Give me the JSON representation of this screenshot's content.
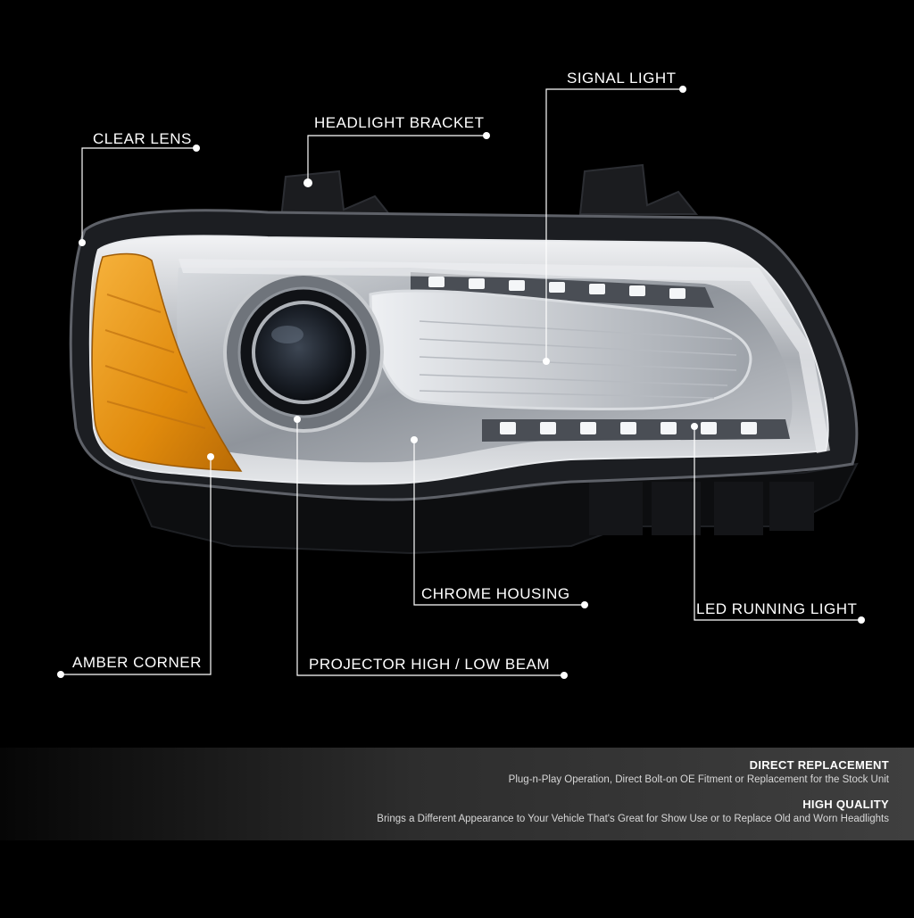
{
  "callouts": {
    "clear_lens": "CLEAR LENS",
    "headlight_bracket": "HEADLIGHT BRACKET",
    "signal_light": "SIGNAL LIGHT",
    "chrome_housing": "CHROME HOUSING",
    "led_running_light": "LED RUNNING LIGHT",
    "amber_corner": "AMBER CORNER",
    "projector_beam": "PROJECTOR HIGH / LOW BEAM"
  },
  "features": [
    {
      "heading": "DIRECT REPLACEMENT",
      "text": "Plug-n-Play Operation, Direct Bolt-on OE Fitment or Replacement for the Stock Unit"
    },
    {
      "heading": "HIGH QUALITY",
      "text": "Brings a Different Appearance to Your Vehicle That's Great for Show Use or to Replace Old and Worn Headlights"
    }
  ],
  "colors": {
    "background": "#000000",
    "amber": "#e8900f",
    "chrome": "#c9ccd0",
    "callout_line": "#ffffff"
  }
}
